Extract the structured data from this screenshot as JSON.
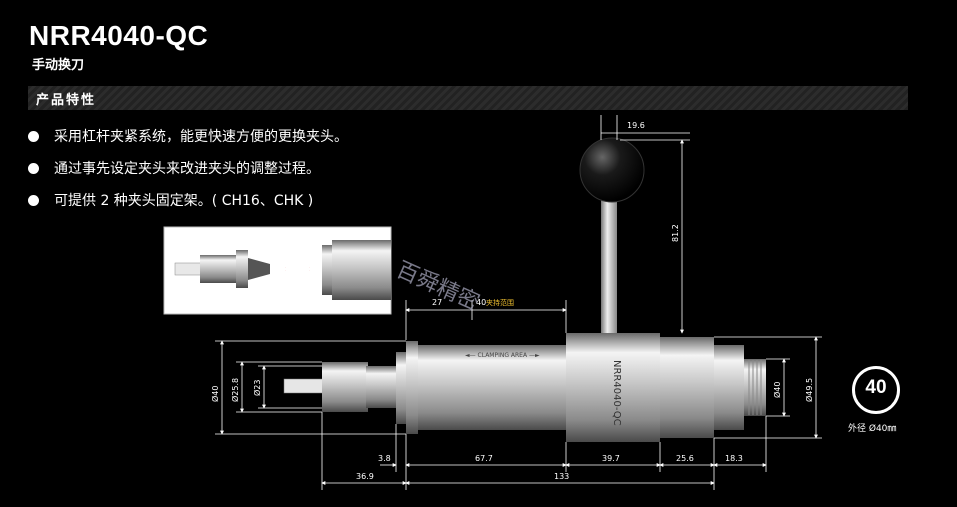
{
  "header": {
    "title": "NRR4040-QC",
    "subtitle": "手动换刀"
  },
  "section": {
    "label": "产品特性"
  },
  "features": [
    "采用杠杆夹紧系统，能更快速方便的更换夹头。",
    "通过事先设定夹头来改进夹头的调整过程。",
    "可提供 2 种夹头固定架。( CH16、CHK )"
  ],
  "drawing": {
    "dimensions": {
      "handle_width": "19.6",
      "handle_height": "81.2",
      "d27": "27",
      "d40": "40",
      "clamp_area": "夹持范围",
      "dia40": "Ø40",
      "dia258": "Ø25.8",
      "dia23": "Ø23",
      "dia40_rear": "Ø40",
      "dia495": "Ø49.5",
      "d38": "3.8",
      "d677": "67.7",
      "d397": "39.7",
      "d256": "25.6",
      "d183": "18.3",
      "d369": "36.9",
      "d133": "133"
    },
    "body_text": {
      "clamping": "◄— CLAMPING AREA —►",
      "model": "NRR4040-QC"
    }
  },
  "badge": {
    "value": "40",
    "caption": "外径 Ø40㎜"
  },
  "watermark": "百舜精密",
  "colors": {
    "background": "#000000",
    "arrow": "#e02020",
    "highlight": "#f2c230"
  }
}
